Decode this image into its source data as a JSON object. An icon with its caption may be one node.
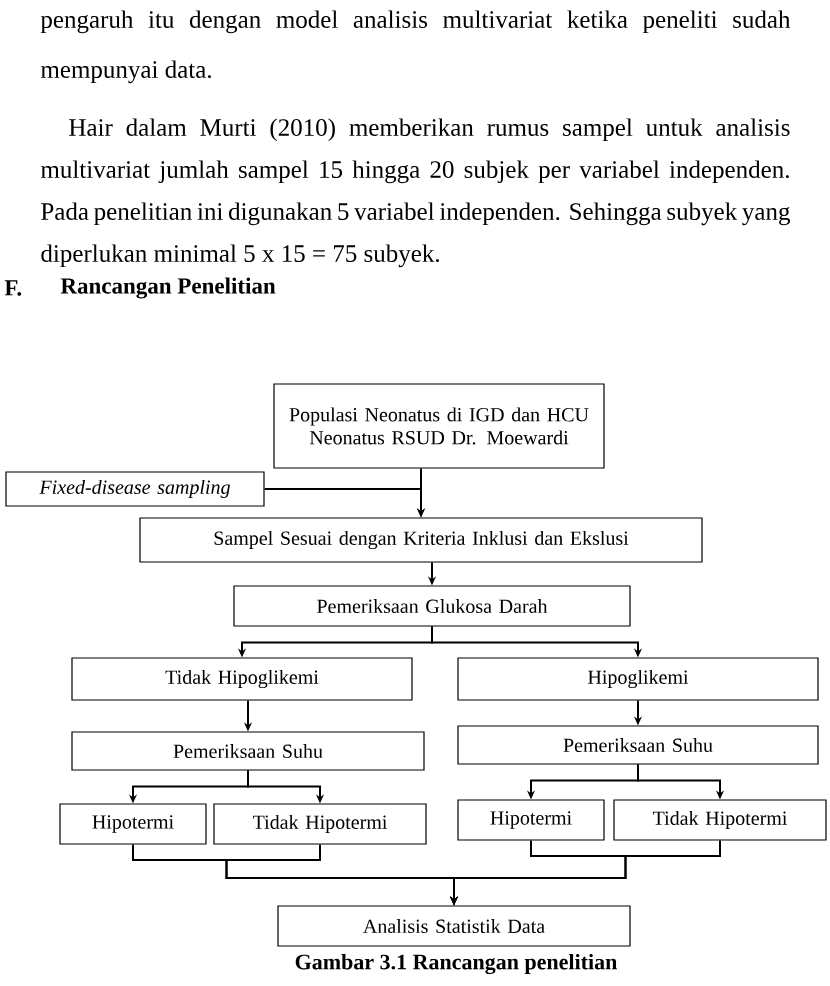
{
  "diagram": {
    "title": "Rancangan Penelitian",
    "caption": "Gambar 3.1 Rancangan penelitian",
    "nodes": [
      {
        "text": [
          "Populasi Neonatus di  IGD dan HCU Neonatus RSUD Dr. Moewardi"
        ]
      },
      {
        "text": [
          "Fixed-disease sampling"
        ]
      },
      {
        "text": [
          "Sampel Sesuai dengan Kriteria Inklusi dan Ekslusi"
        ]
      },
      {
        "text": [
          "Pemeriksaan Glukosa Darah"
        ]
      },
      {
        "text": [
          "Tidak Hipoglikemi"
        ]
      },
      {
        "text": [
          "Hipoglikemi"
        ]
      },
      {
        "text": [
          "Pemeriksaan Suhu"
        ]
      },
      {
        "text": [
          "Pemeriksaan Suhu"
        ]
      },
      {
        "text": [
          "Hipotermi"
        ]
      },
      {
        "text": [
          "Tidak Hipotermi"
        ]
      },
      {
        "text": [
          "Hipotermi"
        ]
      },
      {
        "text": [
          "Tidak Hipotermi"
        ]
      },
      {
        "text": [
          "Analisis Statistik Data"
        ]
      }
    ],
    "edges": [
      {
        "from": 0,
        "to": 2,
        "arrow": "to"
      },
      {
        "from": 1,
        "to": 2,
        "arrow": "to"
      },
      {
        "from": 2,
        "to": 3,
        "arrow": "to"
      },
      {
        "from": 3,
        "to": 4,
        "arrow": "to"
      },
      {
        "from": 3,
        "to": 5,
        "arrow": "to"
      },
      {
        "from": 4,
        "to": 6,
        "arrow": "to"
      },
      {
        "from": 5,
        "to": 7,
        "arrow": "to"
      },
      {
        "from": 6,
        "to": 8,
        "arrow": "to"
      },
      {
        "from": 6,
        "to": 9,
        "arrow": "to"
      },
      {
        "from": 7,
        "to": 10,
        "arrow": "to"
      },
      {
        "from": 7,
        "to": 11,
        "arrow": "to"
      },
      {
        "from": 8,
        "to": 12,
        "arrow": "to"
      },
      {
        "from": 9,
        "to": 12,
        "arrow": "to"
      },
      {
        "from": 10,
        "to": 12,
        "arrow": "to"
      },
      {
        "from": 11,
        "to": 12,
        "arrow": "to"
      }
    ],
    "labels": [
      "pengaruh itu dengan model analisis multivariat ketika peneliti sudah mempunyai data.",
      "Hair dalam Murti (2010) memberikan rumus sampel untuk analisis multivariat jumlah sampel 15 hingga 20 subjek per variabel independen. Pada penelitian ini digunakan 5 variabel independen. Sehingga subyek yang diperlukan minimal 5 x 15 = 75 subyek.",
      "F."
    ]
  }
}
